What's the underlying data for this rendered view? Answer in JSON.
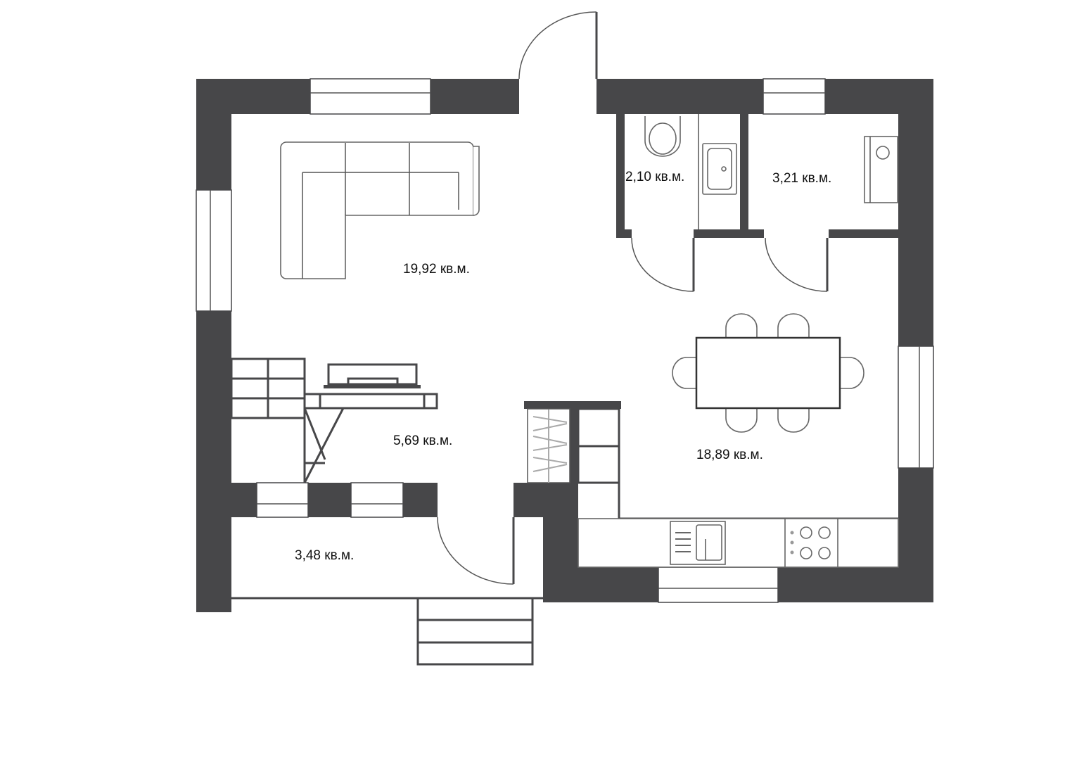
{
  "plan": {
    "wall_color": "#474749",
    "rooms": [
      {
        "name": "living-room",
        "area_label": "19,92 кв.м."
      },
      {
        "name": "wc",
        "area_label": "2,10 кв.м."
      },
      {
        "name": "bathroom",
        "area_label": "3,21 кв.м."
      },
      {
        "name": "kitchen-dining",
        "area_label": "18,89 кв.м."
      },
      {
        "name": "hall",
        "area_label": "5,69 кв.м."
      },
      {
        "name": "vestibule",
        "area_label": "3,48 кв.м."
      }
    ]
  }
}
